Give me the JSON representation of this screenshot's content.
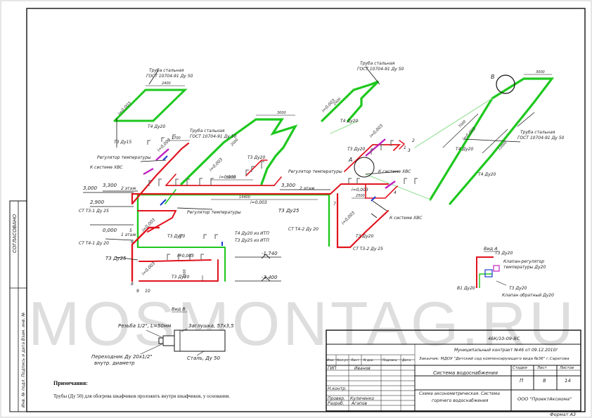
{
  "watermark": "MOSMONTAG.RU",
  "side_stamp": {
    "agreed": "СОГЛАСОВАНО",
    "inv_sign": "Инв. № подл. Подпись и дата Взам. инв. №"
  },
  "notes": {
    "title": "Примечания:",
    "text": "Трубы (Ду 50) для обогрева шкафчиков проложить внутри шкафчиков, у основания."
  },
  "pipe_labels": {
    "steel_pipe_a": "Труба стальная",
    "steel_pipe_a2": "ГОСТ 10704-91 Ду 50",
    "steel_pipe_b": "Труба стальная",
    "steel_pipe_b2": "ГОСТ 10704-91 Ду 50",
    "steel_pipe_c": "Труба стальная",
    "steel_pipe_c2": "ГОСТ 10704-91 Ду 50",
    "steel_pipe_d": "Труба стальная",
    "steel_pipe_d2": "ГОСТ 10704-91 Ду 50",
    "t4_du20_a": "Т4 Ду20",
    "t4_du20_b": "Т4 Ду20",
    "t4_du20_c": "Т4 Ду20",
    "t4_du20_d": "Т4 Ду20",
    "t3_du15": "Т3 Ду15",
    "t3_du20_a": "Т3 Ду20",
    "t3_du20_b": "Т3 Ду20",
    "t3_du20_c": "Т3 Ду20",
    "t3_du20_d": "Т3 Ду20",
    "t3_du20_e": "Т3 Ду20",
    "t3_du25_a": "Т3 Ду25",
    "t3_du25_b": "Т3 Ду25",
    "regulator_a": "Регулятор температуры",
    "regulator_b": "Регулятор температуры",
    "regulator_c": "Регулятор температуры",
    "to_hvs_a": "К системе ХВС",
    "to_hvs_b": "К системе ХВС",
    "to_hvs_c": "К системе ХВС",
    "st_t3_1": "СТ Т3-1 Ду 25",
    "st_t4_1": "СТ Т4-1 Ду 20",
    "st_t4_2": "СТ Т4-2 Ду 20",
    "st_t3_2": "СТ Т3-2 Ду 25",
    "t4_from_itp": "Т4 Ду20 из ИТП",
    "t3_from_itp": "Т3 Ду25 из ИТП",
    "floor2_a": "2 этаж",
    "floor2_b": "2 этаж",
    "floor1": "1 этаж"
  },
  "levels": {
    "l3000": "3,000",
    "l3300a": "3,300",
    "l3300b": "3,300",
    "l2900": "2,900",
    "l0000": "0,000",
    "l1740": "-1,740",
    "l3400": "-3,400"
  },
  "slopes": {
    "s1": "i=0,003",
    "s2": "i=0,003",
    "s3": "i=0,003",
    "s4": "i=0,003",
    "s5": "i=0,003",
    "s6": "i=0,003",
    "s7": "i=0,003",
    "s8": "i=0,003",
    "s9": "i=0,003",
    "s10": "i=0,003",
    "s11": "i=0,003",
    "s12": "i=0,003",
    "s13": "i=0,003"
  },
  "dims": {
    "d2400a": "2400",
    "d3000a": "3000",
    "d3000b": "3000",
    "d1700": "1700",
    "d5100": "5100",
    "d14400": "14400",
    "d2400b": "2400",
    "d2500": "2500",
    "d2000": "2000",
    "d7000": "7000",
    "d3500": "3500",
    "d12000": "12000"
  },
  "markers": {
    "a": "А",
    "b": "В",
    "n1": "1",
    "n2": "2",
    "n3": "3",
    "n4": "4",
    "n5": "5",
    "n6": "6",
    "n7": "7",
    "n8": "8",
    "n9": "9",
    "n10": "10"
  },
  "view_a": {
    "title": "Вид А",
    "t3": "Т3 Ду20",
    "valve_reg": "Клапан-регулятор",
    "valve_reg2": "температуры Ду20",
    "v1": "В1 Ду20",
    "t3b": "Т3 Ду20",
    "check": "Клапан обратный Ду20"
  },
  "view_b": {
    "title": "Вид В",
    "thread": "Резьба 1/2\", L=50мм",
    "plug": "Заглушка, 57х3,5",
    "adapter": "Переходник Ду 20х1/2\"",
    "adapter2": "внутр. диаметр",
    "steel": "Сталь, Ду 50"
  },
  "title_block": {
    "code": "46К/10-09-ВС",
    "contract": "Муниципальный контракт №46 от 09.12.2010г",
    "customer": "Заказчик: МДОУ \"Детский сад компенсирующего вида №36\" г.Саратова",
    "hdr_izm": "Изм.",
    "hdr_kol": "Кол.уч",
    "hdr_list": "Лист",
    "hdr_ndok": "N док.",
    "hdr_podp": "Подпись",
    "hdr_data": "Дата",
    "gip_role": "ГИП",
    "gip_name": "Иванов",
    "nkontr": "Н.контр.",
    "prov_role": "Провер.",
    "prov_name": "Куличенко",
    "razr_role": "Разраб.",
    "razr_name": "Агапов",
    "system": "Система водоснабжения",
    "sheet_title": "Схема аксонометрическая. Система горячего водоснабжения",
    "stage_h": "Стадия",
    "sheet_h": "Лист",
    "sheets_h": "Листов",
    "stage": "П",
    "sheet": "8",
    "sheets": "14",
    "org": "ООО \"ПроектАксиома\"",
    "format": "Формат А3"
  }
}
